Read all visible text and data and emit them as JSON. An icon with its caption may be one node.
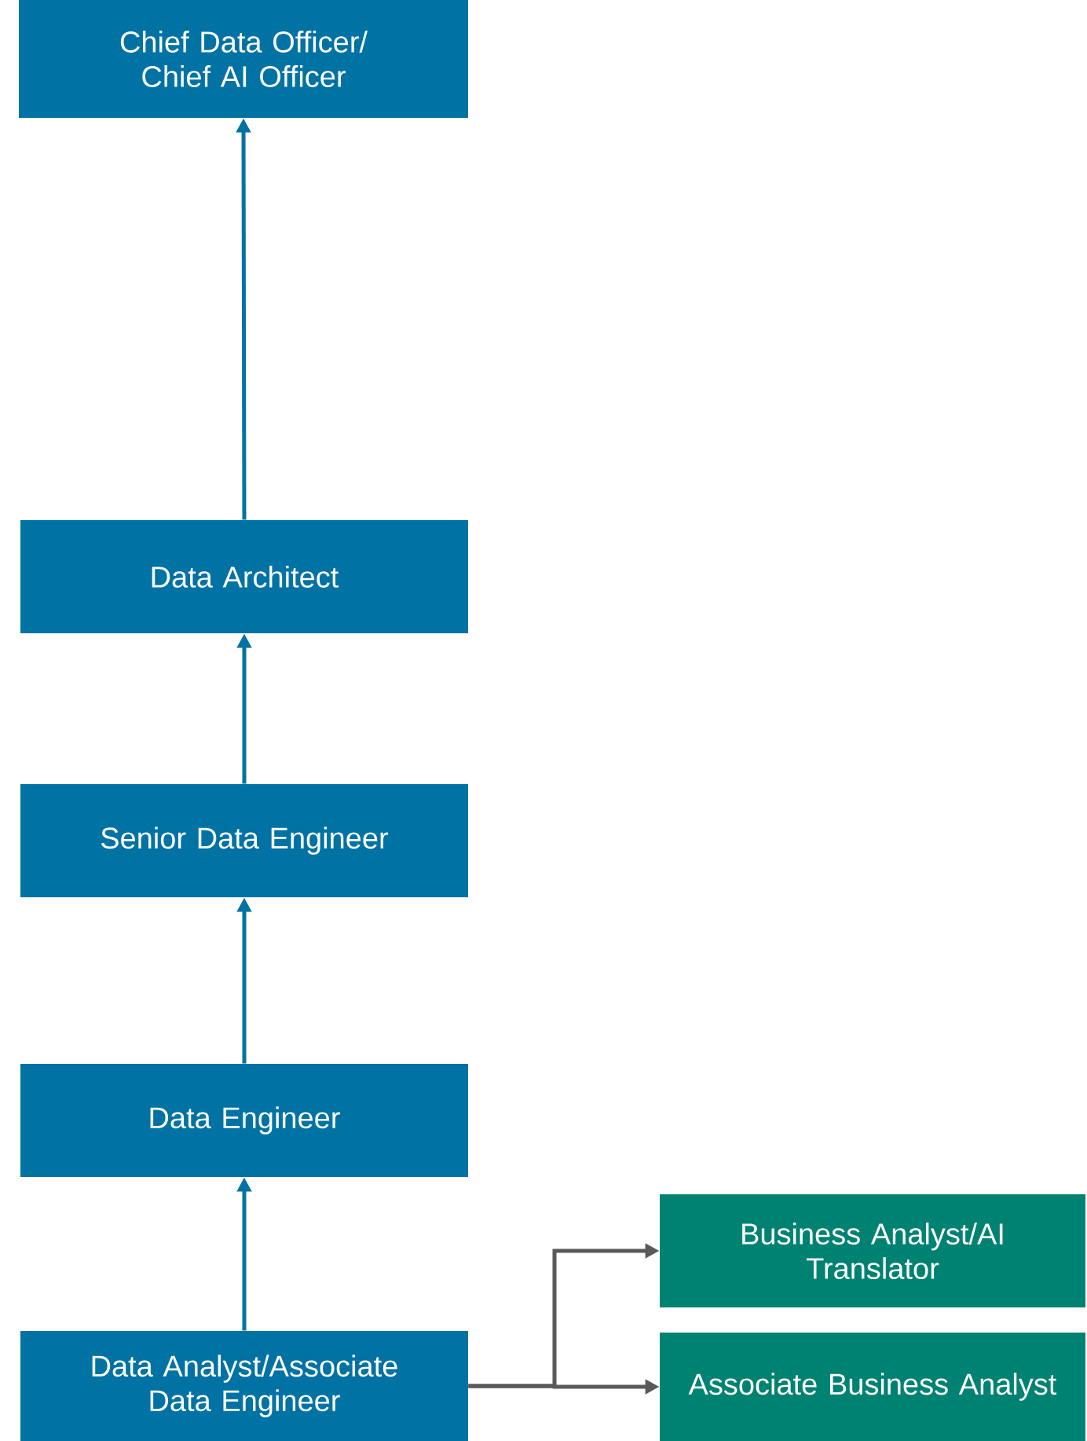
{
  "diagram": {
    "nodes": [
      {
        "text": [
          "Chief Data Officer/ Chief AI Officer"
        ]
      },
      {
        "text": [
          "Data Architect"
        ]
      },
      {
        "text": [
          "Senior Data Engineer"
        ]
      },
      {
        "text": [
          "Data Engineer"
        ]
      },
      {
        "text": [
          "Data Analyst/Associate Data Engineer"
        ]
      },
      {
        "text": [
          "Business Analyst/AI Translator"
        ]
      },
      {
        "text": [
          "Associate Business Analyst"
        ]
      }
    ],
    "edges": [
      {
        "from": 1,
        "to": 0,
        "arrow": "to"
      },
      {
        "from": 2,
        "to": 1,
        "arrow": "to"
      },
      {
        "from": 3,
        "to": 2,
        "arrow": "to"
      },
      {
        "from": 4,
        "to": 3,
        "arrow": "to"
      },
      {
        "from": 4,
        "to": 5,
        "arrow": "to",
        "color": "#595959"
      },
      {
        "from": 4,
        "to": 6,
        "arrow": "to",
        "color": "#595959"
      }
    ]
  }
}
